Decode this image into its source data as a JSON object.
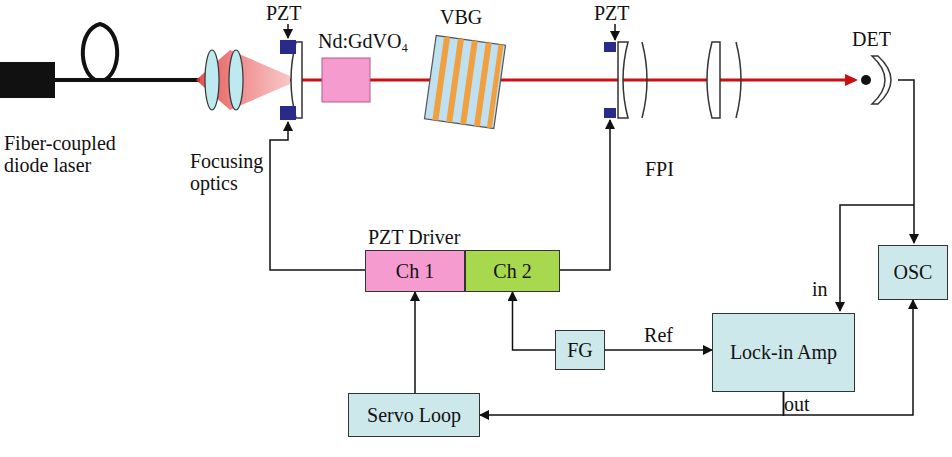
{
  "diagram": {
    "nodes": [
      {
        "text": [
          "Ch 1"
        ]
      },
      {
        "text": [
          "Ch 2"
        ]
      },
      {
        "text": [
          "OSC"
        ]
      },
      {
        "text": [
          "FG"
        ]
      },
      {
        "text": [
          "Lock-in Amp"
        ]
      },
      {
        "text": [
          "Servo Loop"
        ]
      }
    ],
    "edges": [
      {
        "from": 4,
        "to": 5,
        "arrow": "to"
      },
      {
        "from": 4,
        "to": 2,
        "arrow": "to"
      },
      {
        "from": 5,
        "to": 0,
        "arrow": "to"
      },
      {
        "from": 3,
        "to": 1,
        "arrow": "to"
      },
      {
        "from": 3,
        "to": 4,
        "label": "Ref",
        "arrow": "to"
      }
    ],
    "labels": [
      "Fiber-coupled diode laser",
      "Focusing optics",
      "PZT",
      "Nd:GdVO₄",
      "VBG",
      "PZT",
      "FPI",
      "DET",
      "PZT Driver",
      "in",
      "out"
    ]
  }
}
